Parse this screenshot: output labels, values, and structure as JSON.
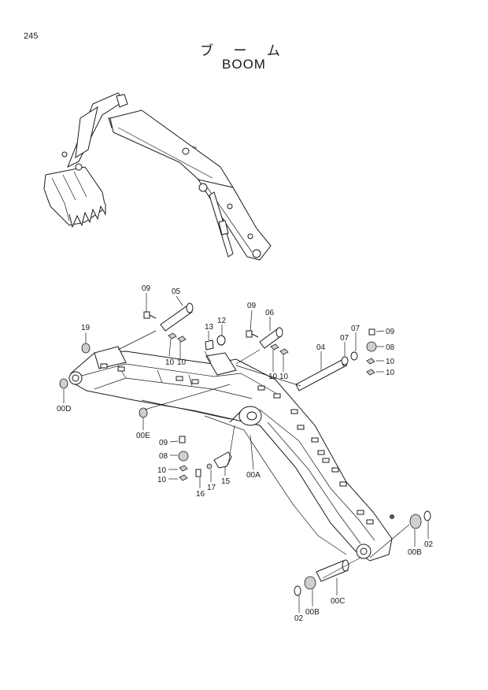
{
  "page": {
    "number": "245"
  },
  "title": {
    "japanese": "ブ ー ム",
    "english": "BOOM"
  },
  "callouts": [
    {
      "id": "09a",
      "label": "09"
    },
    {
      "id": "05",
      "label": "05"
    },
    {
      "id": "19",
      "label": "19"
    },
    {
      "id": "10a",
      "label": "10"
    },
    {
      "id": "10b",
      "label": "10"
    },
    {
      "id": "13",
      "label": "13"
    },
    {
      "id": "12",
      "label": "12"
    },
    {
      "id": "09b",
      "label": "09"
    },
    {
      "id": "06",
      "label": "06"
    },
    {
      "id": "10c",
      "label": "10"
    },
    {
      "id": "10d",
      "label": "10"
    },
    {
      "id": "04",
      "label": "04"
    },
    {
      "id": "07a",
      "label": "07"
    },
    {
      "id": "07b",
      "label": "07"
    },
    {
      "id": "09c",
      "label": "09"
    },
    {
      "id": "08a",
      "label": "08"
    },
    {
      "id": "10e",
      "label": "10"
    },
    {
      "id": "10f",
      "label": "10"
    },
    {
      "id": "00d",
      "label": "00D"
    },
    {
      "id": "00e",
      "label": "00E"
    },
    {
      "id": "09d",
      "label": "09"
    },
    {
      "id": "08b",
      "label": "08"
    },
    {
      "id": "10g",
      "label": "10"
    },
    {
      "id": "10h",
      "label": "10"
    },
    {
      "id": "16",
      "label": "16"
    },
    {
      "id": "17",
      "label": "17"
    },
    {
      "id": "15",
      "label": "15"
    },
    {
      "id": "00a",
      "label": "00A"
    },
    {
      "id": "00b-right",
      "label": "00B"
    },
    {
      "id": "02-right",
      "label": "02"
    },
    {
      "id": "02-bottom",
      "label": "02"
    },
    {
      "id": "00b-bottom",
      "label": "00B"
    },
    {
      "id": "00c",
      "label": "00C"
    }
  ]
}
